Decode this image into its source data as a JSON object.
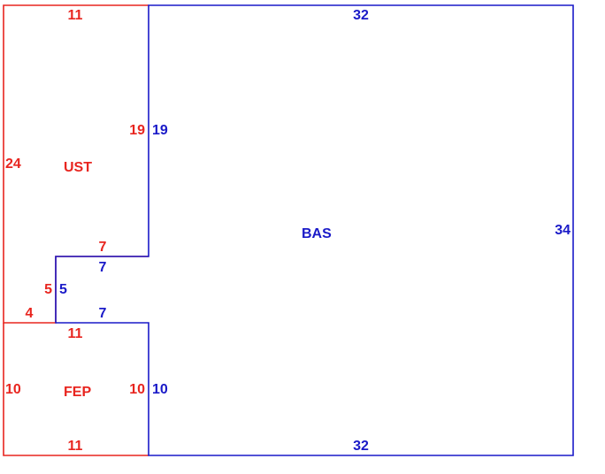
{
  "colors": {
    "red": "#e8251f",
    "blue": "#1a1ac8",
    "background": "#ffffff"
  },
  "areas": {
    "ust": {
      "label": "UST",
      "color": "red"
    },
    "bas": {
      "label": "BAS",
      "color": "blue"
    },
    "fep": {
      "label": "FEP",
      "color": "red"
    }
  },
  "dimensions": {
    "ust_top": "11",
    "ust_right": "19",
    "ust_left": "24",
    "ust_notch_top": "7",
    "ust_notch_side": "5",
    "ust_notch_bottom": "4",
    "bas_top": "32",
    "bas_right": "34",
    "bas_bottom": "32",
    "bas_left_upper": "19",
    "bas_notch_top": "7",
    "bas_notch_side": "5",
    "bas_notch_bottom": "7",
    "bas_left_lower": "10",
    "fep_top": "11",
    "fep_left": "10",
    "fep_right": "10",
    "fep_bottom": "11"
  }
}
